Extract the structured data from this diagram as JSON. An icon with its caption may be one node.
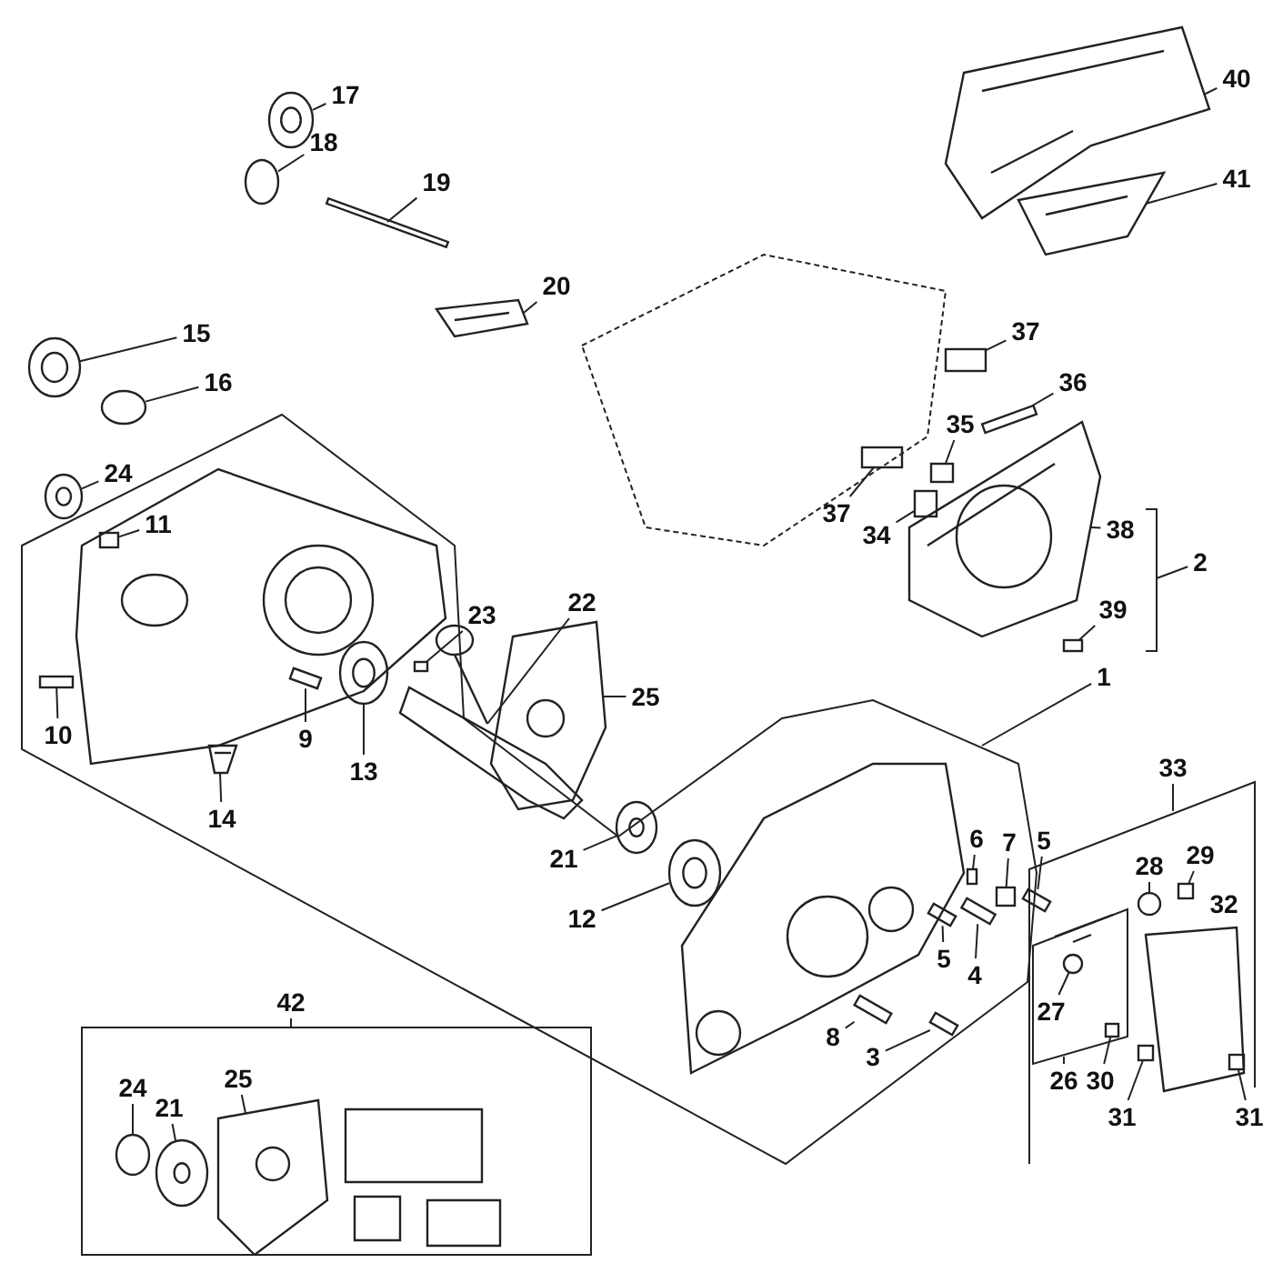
{
  "diagram": {
    "nodes": [
      {
        "text": [
          "17"
        ]
      },
      {
        "text": [
          "40"
        ]
      },
      {
        "text": [
          "18"
        ]
      },
      {
        "text": [
          "41"
        ]
      },
      {
        "text": [
          "19"
        ]
      },
      {
        "text": [
          "20"
        ]
      },
      {
        "text": [
          "15"
        ]
      },
      {
        "text": [
          "37"
        ]
      },
      {
        "text": [
          "16"
        ]
      },
      {
        "text": [
          "36"
        ]
      },
      {
        "text": [
          "35"
        ]
      },
      {
        "text": [
          "24"
        ]
      },
      {
        "text": [
          "37"
        ]
      },
      {
        "text": [
          "11"
        ]
      },
      {
        "text": [
          "34"
        ]
      },
      {
        "text": [
          "38"
        ]
      },
      {
        "text": [
          "2"
        ]
      },
      {
        "text": [
          "22"
        ]
      },
      {
        "text": [
          "23"
        ]
      },
      {
        "text": [
          "39"
        ]
      },
      {
        "text": [
          "1"
        ]
      },
      {
        "text": [
          "25"
        ]
      },
      {
        "text": [
          "10"
        ]
      },
      {
        "text": [
          "9"
        ]
      },
      {
        "text": [
          "13"
        ]
      },
      {
        "text": [
          "33"
        ]
      },
      {
        "text": [
          "14"
        ]
      },
      {
        "text": [
          "6"
        ]
      },
      {
        "text": [
          "7"
        ]
      },
      {
        "text": [
          "21"
        ]
      },
      {
        "text": [
          "5"
        ]
      },
      {
        "text": [
          "28"
        ]
      },
      {
        "text": [
          "29"
        ]
      },
      {
        "text": [
          "32"
        ]
      },
      {
        "text": [
          "12"
        ]
      },
      {
        "text": [
          "5"
        ]
      },
      {
        "text": [
          "4"
        ]
      },
      {
        "text": [
          "27"
        ]
      },
      {
        "text": [
          "42"
        ]
      },
      {
        "text": [
          "8"
        ]
      },
      {
        "text": [
          "3"
        ]
      },
      {
        "text": [
          "26"
        ]
      },
      {
        "text": [
          "30"
        ]
      },
      {
        "text": [
          "25"
        ]
      },
      {
        "text": [
          "24"
        ]
      },
      {
        "text": [
          "21"
        ]
      },
      {
        "text": [
          "31"
        ]
      },
      {
        "text": [
          "31"
        ]
      },
      {
        "text": [],
        "shape": "circle"
      },
      {
        "text": [],
        "shape": "picture"
      },
      {
        "text": [],
        "shape": "circle"
      },
      {
        "text": [],
        "shape": "picture"
      },
      {
        "text": [],
        "shape": "bar"
      },
      {
        "text": [],
        "shape": "picture"
      },
      {
        "text": [],
        "shape": "circle"
      },
      {
        "text": [],
        "shape": "box"
      },
      {
        "text": [],
        "shape": "circle"
      },
      {
        "text": [],
        "shape": "bar"
      },
      {
        "text": [],
        "shape": "box"
      },
      {
        "text": [],
        "shape": "circle"
      },
      {
        "text": [],
        "shape": "box"
      },
      {
        "text": [],
        "shape": "box"
      },
      {
        "text": [],
        "shape": "box"
      },
      {
        "text": [],
        "shape": "picture"
      },
      {
        "text": [],
        "shape": "picture"
      },
      {
        "text": [],
        "shape": "box"
      },
      {
        "text": [],
        "shape": "box"
      },
      {
        "text": [],
        "shape": "picture"
      },
      {
        "text": [],
        "shape": "bar"
      },
      {
        "text": [],
        "shape": "bar"
      },
      {
        "text": [],
        "shape": "circle"
      },
      {
        "text": [],
        "shape": "picture"
      },
      {
        "text": [],
        "shape": "box"
      },
      {
        "text": [],
        "shape": "box"
      },
      {
        "text": [],
        "shape": "circle"
      },
      {
        "text": [],
        "shape": "bar"
      },
      {
        "text": [],
        "shape": "circle"
      },
      {
        "text": [],
        "shape": "box"
      },
      {
        "text": [],
        "shape": "circle"
      },
      {
        "text": [],
        "shape": "bar"
      },
      {
        "text": [],
        "shape": "bar"
      },
      {
        "text": [],
        "shape": "circle"
      },
      {
        "text": [],
        "shape": "bar"
      },
      {
        "text": [],
        "shape": "bar"
      },
      {
        "text": [],
        "shape": "box"
      },
      {
        "text": [],
        "shape": "picture"
      },
      {
        "text": [],
        "shape": "circle"
      },
      {
        "text": [],
        "shape": "circle"
      },
      {
        "text": [],
        "shape": "box"
      },
      {
        "text": [],
        "shape": "box"
      }
    ],
    "edges": [
      {
        "from": 0,
        "to": 48,
        "arrow": "none"
      },
      {
        "from": 1,
        "to": 49,
        "arrow": "none"
      },
      {
        "from": 2,
        "to": 50,
        "arrow": "none"
      },
      {
        "from": 3,
        "to": 51,
        "arrow": "none"
      },
      {
        "from": 4,
        "to": 52,
        "arrow": "none"
      },
      {
        "from": 5,
        "to": 53,
        "arrow": "none"
      },
      {
        "from": 6,
        "to": 54,
        "arrow": "none"
      },
      {
        "from": 7,
        "to": 55,
        "arrow": "none"
      },
      {
        "from": 8,
        "to": 56,
        "arrow": "none"
      },
      {
        "from": 9,
        "to": 57,
        "arrow": "none"
      },
      {
        "from": 10,
        "to": 58,
        "arrow": "none"
      },
      {
        "from": 11,
        "to": 59,
        "arrow": "none"
      },
      {
        "from": 12,
        "to": 60,
        "arrow": "none"
      },
      {
        "from": 13,
        "to": 61,
        "arrow": "none"
      },
      {
        "from": 14,
        "to": 62,
        "arrow": "none"
      },
      {
        "from": 15,
        "to": 63,
        "arrow": "none"
      },
      {
        "from": 16,
        "to": null,
        "arrow": "none"
      },
      {
        "from": 17,
        "to": 64,
        "arrow": "none"
      },
      {
        "from": 18,
        "to": 65,
        "arrow": "none"
      },
      {
        "from": 19,
        "to": 66,
        "arrow": "none"
      },
      {
        "from": 20,
        "to": null,
        "arrow": "none"
      },
      {
        "from": 21,
        "to": 67,
        "arrow": "none"
      },
      {
        "from": 22,
        "to": 68,
        "arrow": "none"
      },
      {
        "from": 23,
        "to": 69,
        "arrow": "none"
      },
      {
        "from": 24,
        "to": 70,
        "arrow": "none"
      },
      {
        "from": 25,
        "to": null,
        "arrow": "none"
      },
      {
        "from": 26,
        "to": 71,
        "arrow": "none"
      },
      {
        "from": 27,
        "to": 72,
        "arrow": "none"
      },
      {
        "from": 28,
        "to": 73,
        "arrow": "none"
      },
      {
        "from": 29,
        "to": 74,
        "arrow": "none"
      },
      {
        "from": 30,
        "to": 75,
        "arrow": "none"
      },
      {
        "from": 31,
        "to": 76,
        "arrow": "none"
      },
      {
        "from": 32,
        "to": 77,
        "arrow": "none"
      },
      {
        "from": 34,
        "to": 78,
        "arrow": "none"
      },
      {
        "from": 35,
        "to": 79,
        "arrow": "none"
      },
      {
        "from": 36,
        "to": 80,
        "arrow": "none"
      },
      {
        "from": 37,
        "to": 81,
        "arrow": "none"
      },
      {
        "from": 38,
        "to": null,
        "arrow": "none"
      },
      {
        "from": 39,
        "to": 82,
        "arrow": "none"
      },
      {
        "from": 40,
        "to": 83,
        "arrow": "none"
      },
      {
        "from": 41,
        "to": null,
        "arrow": "none"
      },
      {
        "from": 42,
        "to": 84,
        "arrow": "none"
      },
      {
        "from": 43,
        "to": 85,
        "arrow": "none"
      },
      {
        "from": 44,
        "to": 86,
        "arrow": "none"
      },
      {
        "from": 45,
        "to": 87,
        "arrow": "none"
      },
      {
        "from": 46,
        "to": 88,
        "arrow": "none"
      },
      {
        "from": 47,
        "to": 89,
        "arrow": "none"
      }
    ]
  }
}
